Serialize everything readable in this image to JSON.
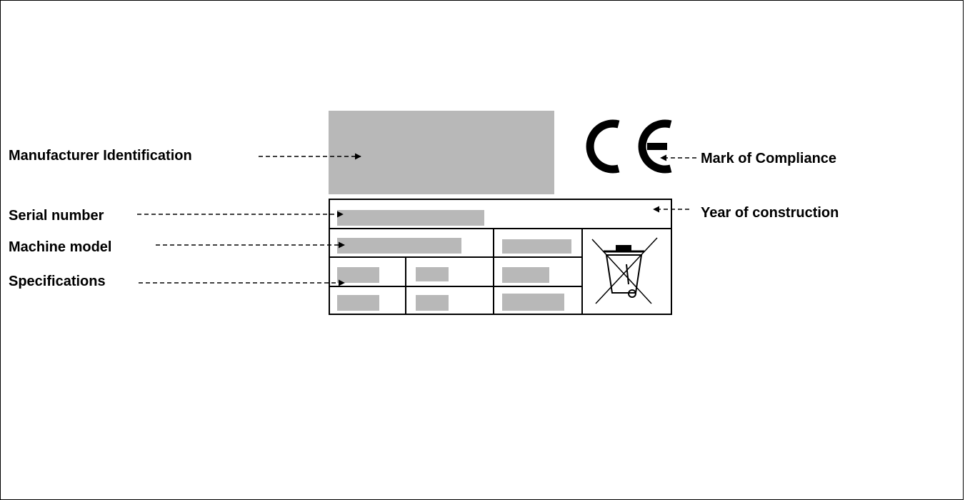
{
  "labels": {
    "manufacturer": "Manufacturer Identification",
    "serial": "Serial number",
    "model": "Machine model",
    "specs": "Specifications",
    "compliance": "Mark of Compliance",
    "year": "Year of construction"
  },
  "icons": {
    "ce_mark": "ce-mark-icon",
    "weee": "crossed-out-wheelie-bin-icon"
  },
  "colors": {
    "placeholder_fill": "#b8b8b8",
    "line": "#000000"
  }
}
